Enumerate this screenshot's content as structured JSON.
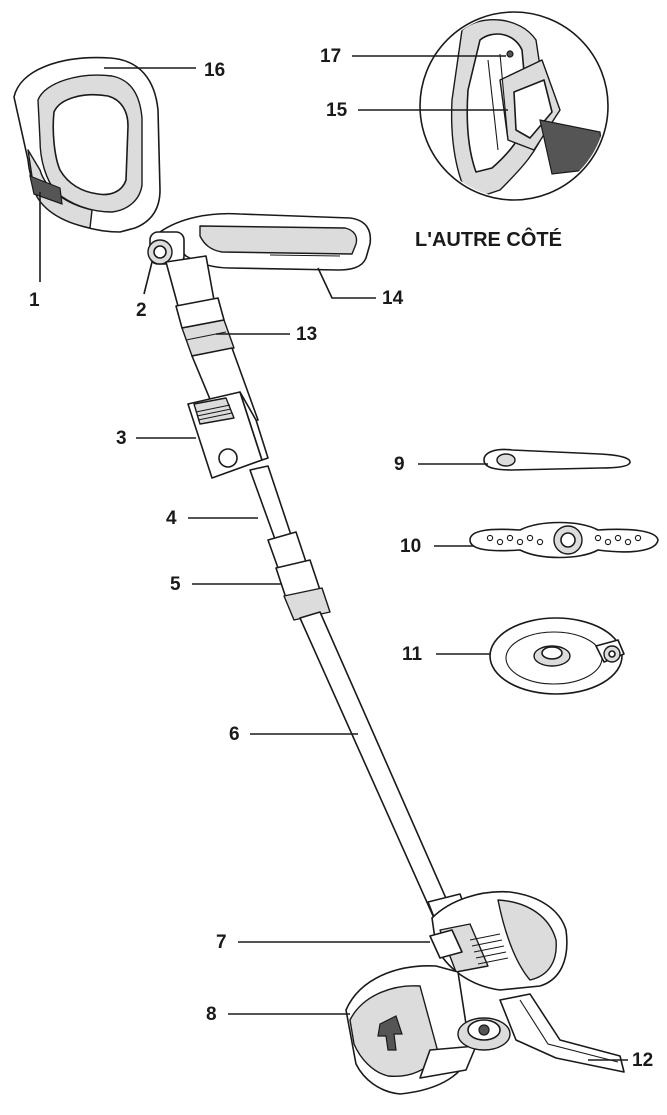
{
  "callouts": [
    {
      "id": "1",
      "text": "1"
    },
    {
      "id": "2",
      "text": "2"
    },
    {
      "id": "3",
      "text": "3"
    },
    {
      "id": "4",
      "text": "4"
    },
    {
      "id": "5",
      "text": "5"
    },
    {
      "id": "6",
      "text": "6"
    },
    {
      "id": "7",
      "text": "7"
    },
    {
      "id": "8",
      "text": "8"
    },
    {
      "id": "9",
      "text": "9"
    },
    {
      "id": "10",
      "text": "10"
    },
    {
      "id": "11",
      "text": "11"
    },
    {
      "id": "12",
      "text": "12"
    },
    {
      "id": "13",
      "text": "13"
    },
    {
      "id": "14",
      "text": "14"
    },
    {
      "id": "15",
      "text": "15"
    },
    {
      "id": "16",
      "text": "16"
    },
    {
      "id": "17",
      "text": "17"
    }
  ],
  "inset_caption": "L'AUTRE CÔTÉ"
}
